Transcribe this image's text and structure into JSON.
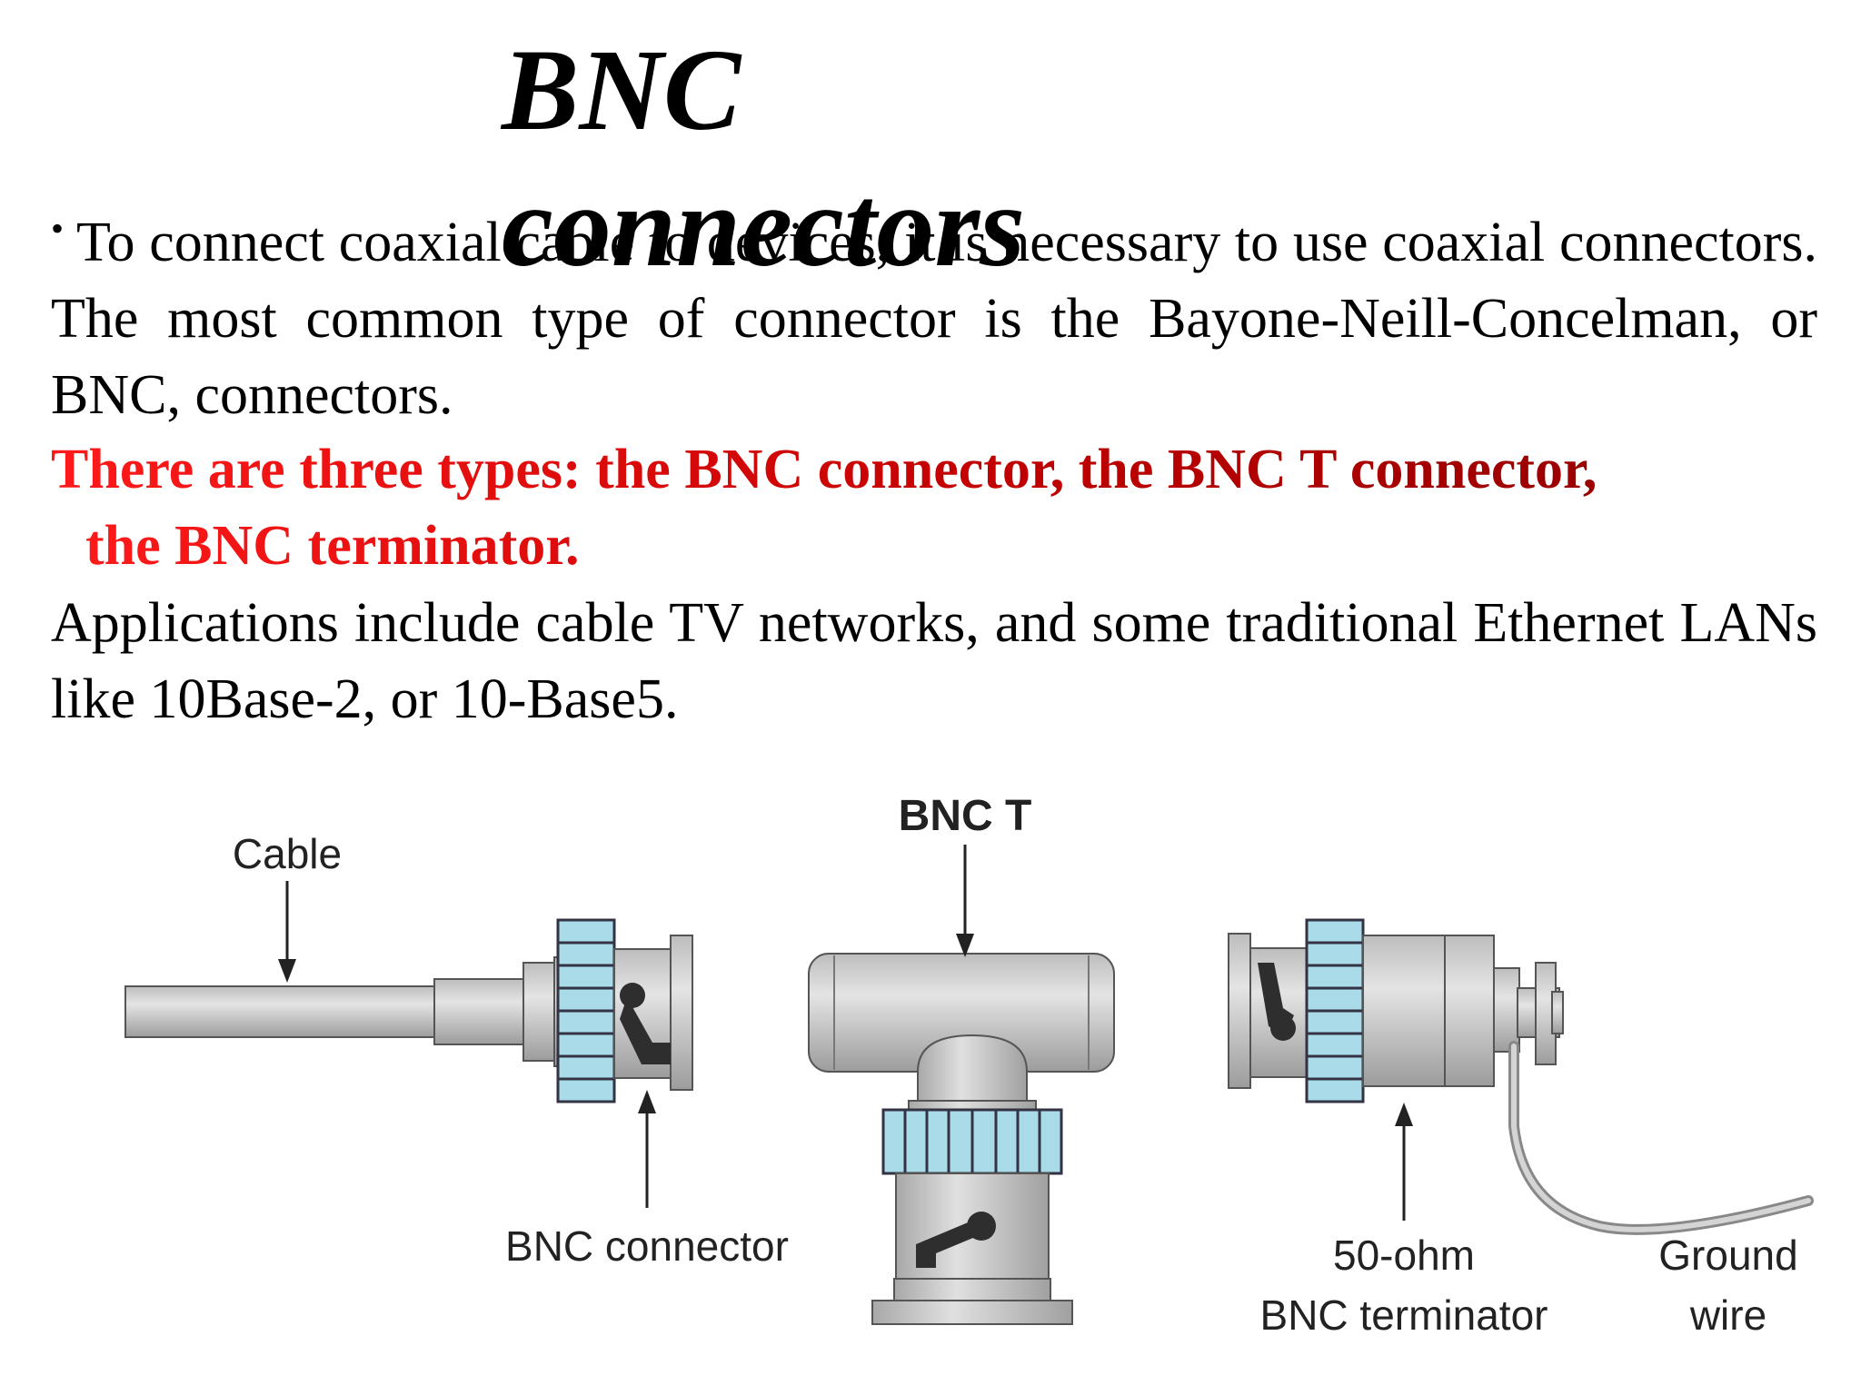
{
  "slide": {
    "title": "BNC connectors",
    "bullet_text": "To connect coaxial cable to devices, it is necessary to use  coaxial connectors. The most common type of connector is the  Bayone-Neill-Concelman, or BNC, connectors.",
    "types_line1": "There are three  types:  the BNC connector, the BNC T connector,",
    "types_line2": "the BNC  terminator.",
    "applications_text": "Applications include cable TV networks, and some traditional Ethernet LANs like 10Base-2, or 10-Base5."
  },
  "figure": {
    "labels": {
      "cable": "Cable",
      "bnc_t": "BNC T",
      "bnc_connector": "BNC connector",
      "terminator_line1": "50-ohm",
      "terminator_line2": "BNC terminator",
      "ground_line1": "Ground",
      "ground_line2": "wire"
    },
    "colors": {
      "metal": "#c8c8c8",
      "ring": "#a9dbe8",
      "dark": "#333333"
    }
  }
}
